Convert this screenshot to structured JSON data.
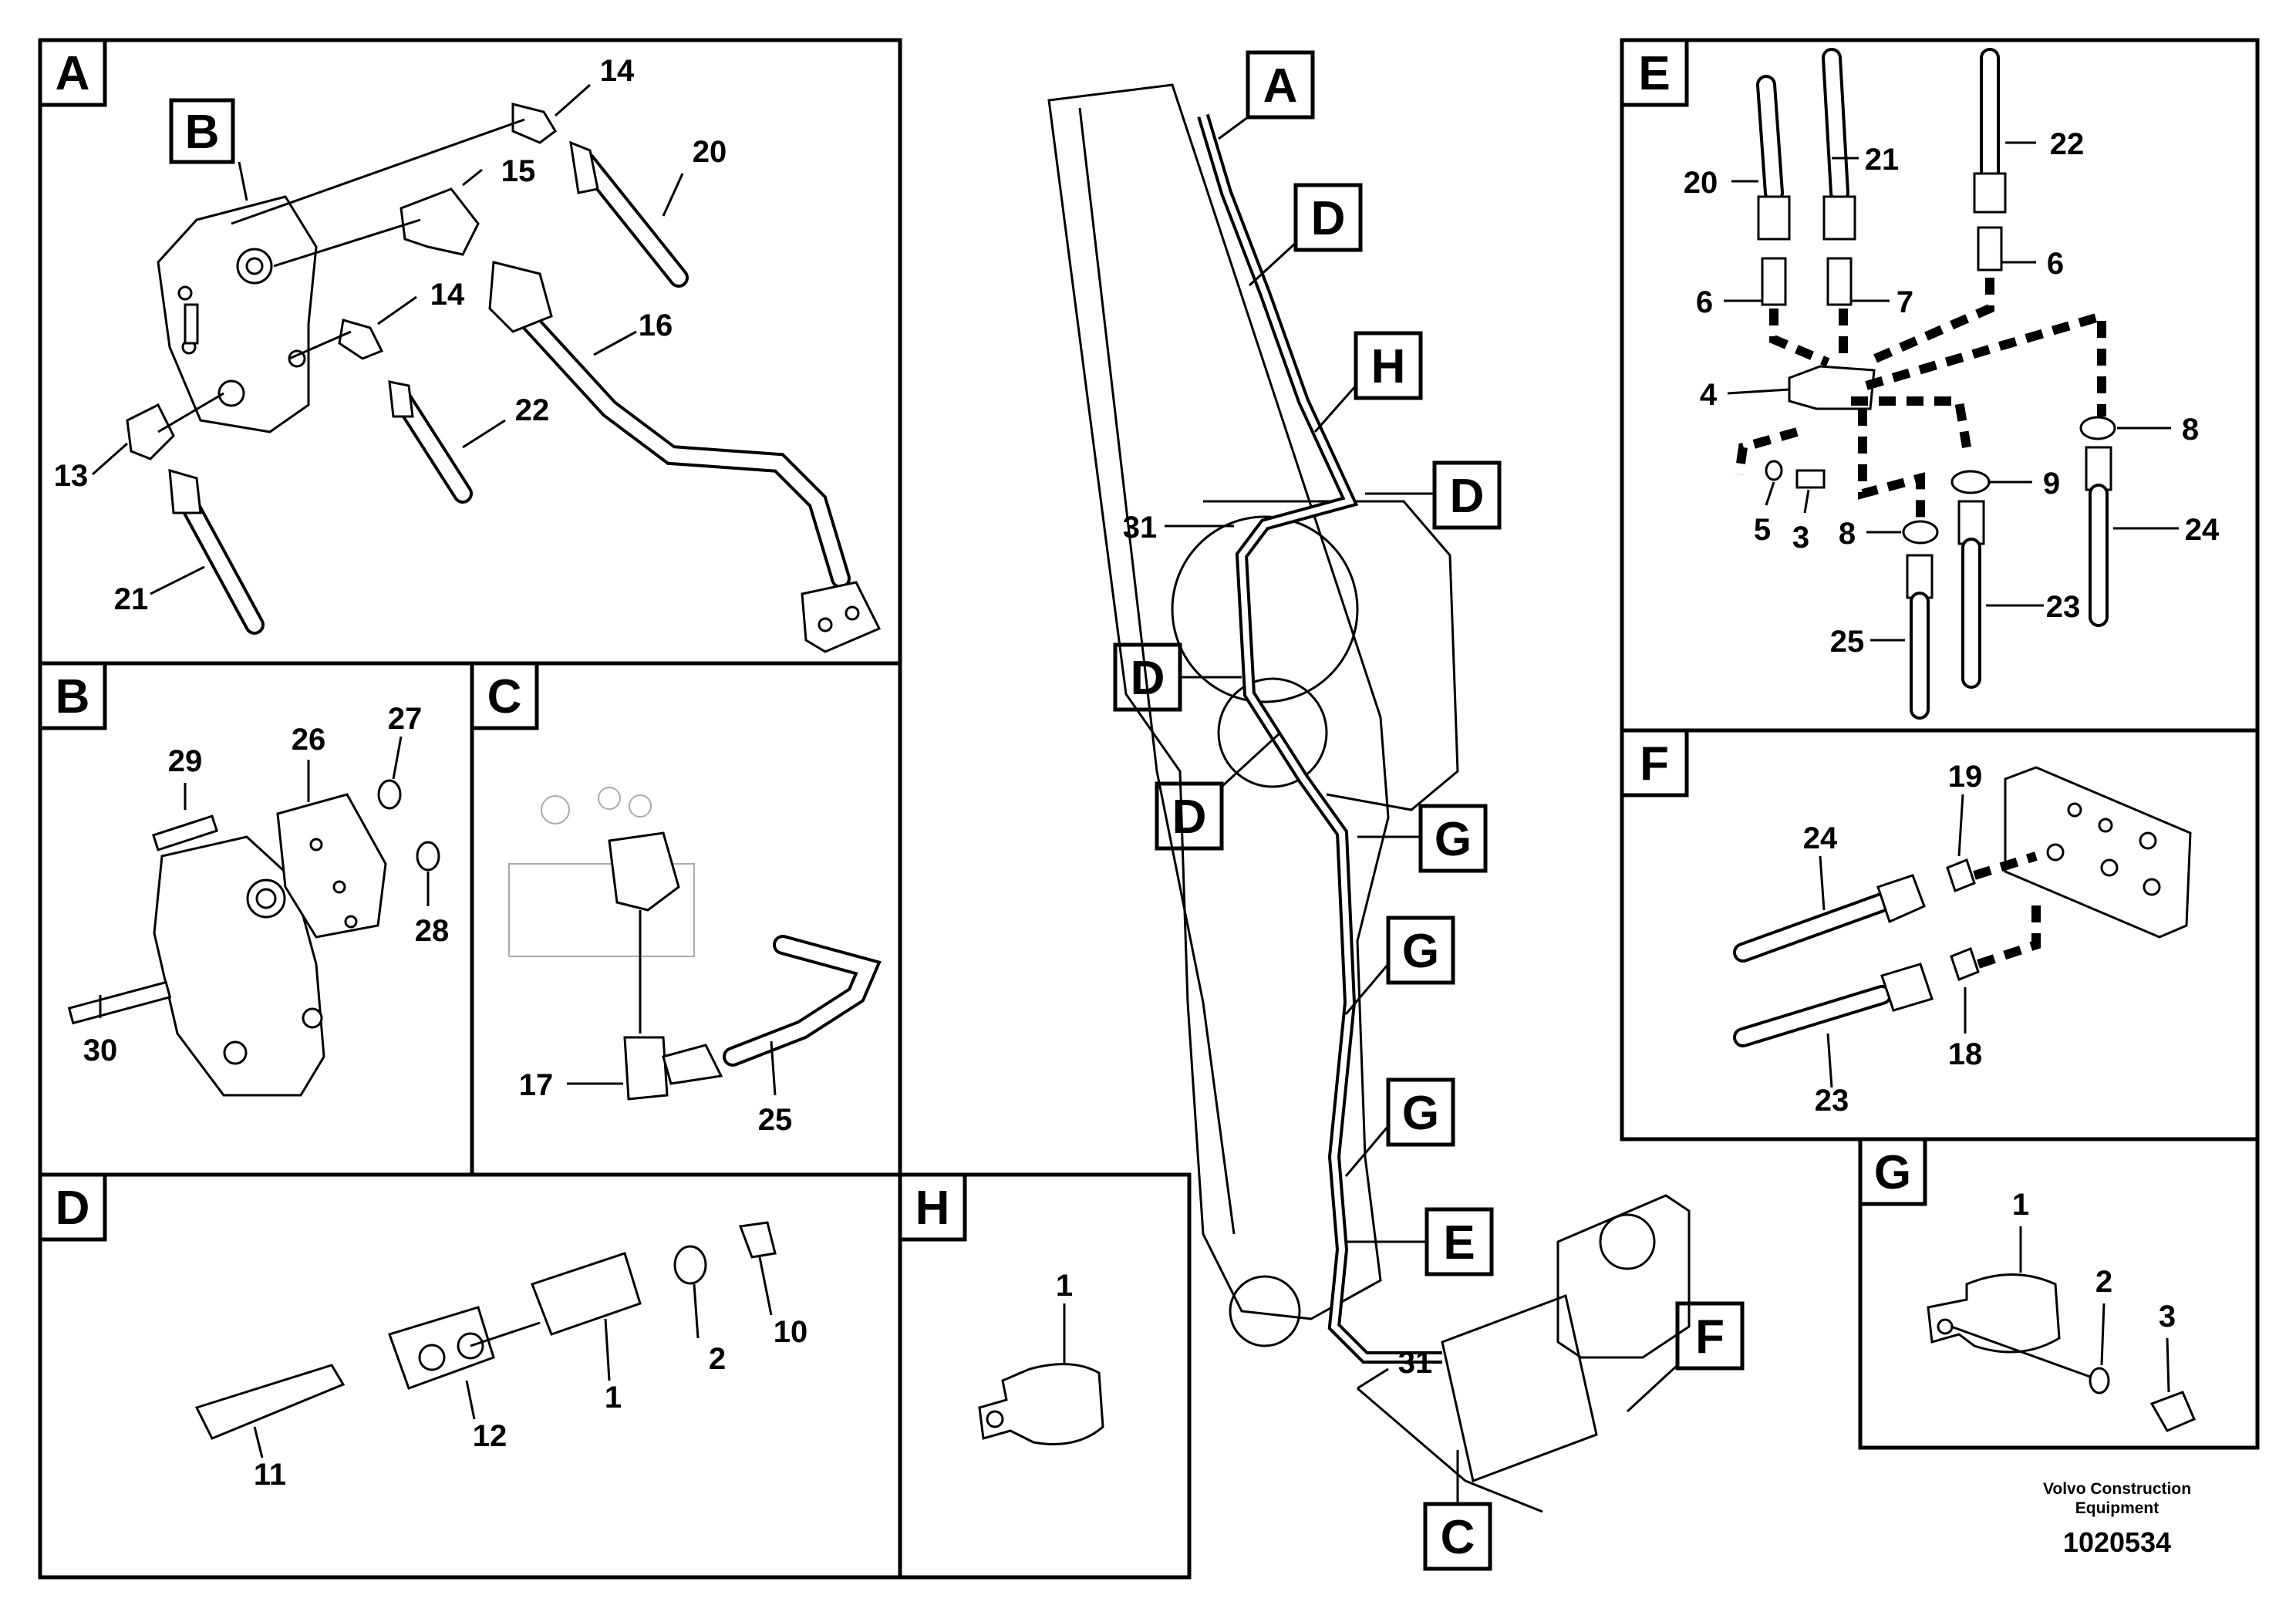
{
  "panels": {
    "A": {
      "tag": "A",
      "labels": {
        "n14a": "14",
        "n15": "15",
        "n20": "20",
        "n14b": "14",
        "n16": "16",
        "n22": "22",
        "n13": "13",
        "n21": "21"
      }
    },
    "B": {
      "tag": "B",
      "labels": {
        "n29": "29",
        "n26": "26",
        "n27": "27",
        "n28": "28",
        "n30": "30"
      }
    },
    "C": {
      "tag": "C",
      "labels": {
        "n17": "17",
        "n25": "25"
      }
    },
    "D": {
      "tag": "D",
      "labels": {
        "n11": "11",
        "n12": "12",
        "n1": "1",
        "n2": "2",
        "n10": "10"
      }
    },
    "H": {
      "tag": "H",
      "labels": {
        "n1": "1"
      }
    },
    "E": {
      "tag": "E",
      "labels": {
        "n20": "20",
        "n21": "21",
        "n22": "22",
        "n6a": "6",
        "n7": "7",
        "n6b": "6",
        "n4": "4",
        "n8a": "8",
        "n5": "5",
        "n3": "3",
        "n8b": "8",
        "n9": "9",
        "n24": "24",
        "n25": "25",
        "n23": "23"
      }
    },
    "F": {
      "tag": "F",
      "labels": {
        "n24": "24",
        "n19": "19",
        "n23": "23",
        "n18": "18"
      }
    },
    "G": {
      "tag": "G",
      "labels": {
        "n1": "1",
        "n2": "2",
        "n3": "3"
      }
    }
  },
  "inset_tag_B": "B",
  "main_view": {
    "callouts": [
      "A",
      "D",
      "H",
      "D",
      "D",
      "D",
      "G",
      "G",
      "G",
      "E",
      "F",
      "C"
    ],
    "labels": {
      "n31a": "31",
      "n31b": "31"
    }
  },
  "footer": {
    "brand_line1": "Volvo Construction",
    "brand_line2": "Equipment",
    "doc_number": "1020534"
  }
}
